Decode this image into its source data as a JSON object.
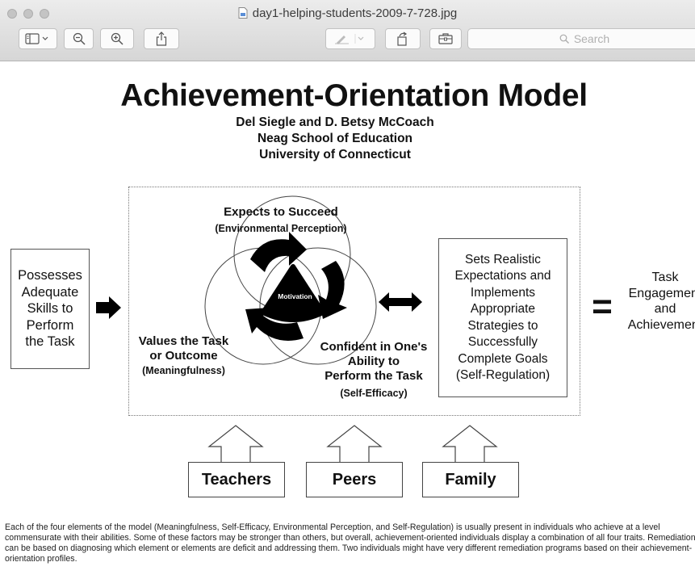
{
  "window": {
    "filename": "day1-helping-students-2009-7-728.jpg",
    "search_placeholder": "Search"
  },
  "doc": {
    "title": "Achievement-Orientation Model",
    "authors": "Del Siegle and D. Betsy McCoach",
    "school": "Neag School of Education",
    "university": "University of Connecticut",
    "left_box": [
      "Possesses",
      "Adequate",
      "Skills to",
      "Perform",
      "the Task"
    ],
    "expects": "Expects to Succeed",
    "expects_sub": "(Environmental Perception)",
    "motivation": "Motivation",
    "values": [
      "Values the Task",
      "or Outcome"
    ],
    "values_sub": "(Meaningfulness)",
    "confident": [
      "Confident in One's",
      "Ability to",
      "Perform the Task"
    ],
    "confident_sub": "(Self-Efficacy)",
    "right_box": [
      "Sets Realistic",
      "Expectations and",
      "Implements",
      "Appropriate",
      "Strategies to",
      "Successfully",
      "Complete Goals",
      "(Self-Regulation)"
    ],
    "equals": "=",
    "outcome": [
      "Task",
      "Engagement",
      "and",
      "Achievement"
    ],
    "influences": [
      "Teachers",
      "Peers",
      "Family"
    ],
    "footnote": "Each of the four elements of the model (Meaningfulness, Self-Efficacy, Environmental Perception, and Self-Regulation) is usually present in individuals who achieve at a level commensurate with their abilities. Some of these factors may be stronger than others, but overall, achievement-oriented individuals display a combination of all four traits. Remediation can be based on diagnosing which element or elements are deficit and addressing them. Two individuals might have very different remediation programs based on their achievement-orientation profiles."
  }
}
